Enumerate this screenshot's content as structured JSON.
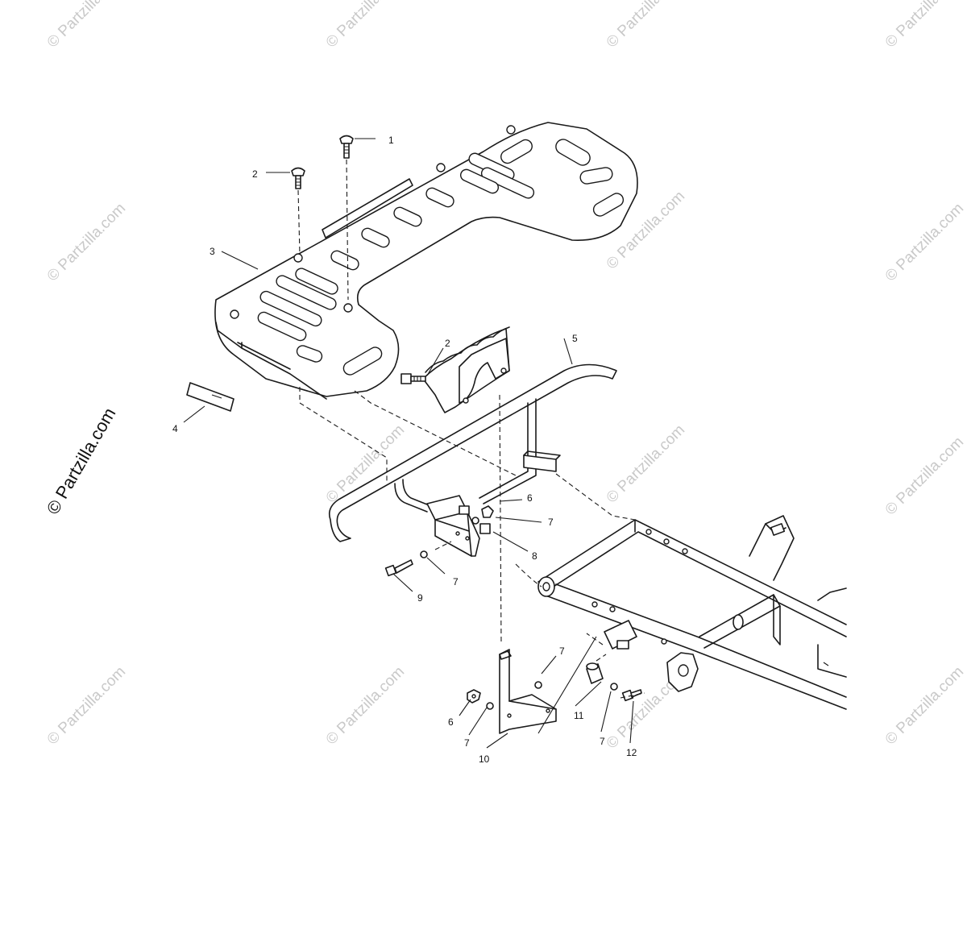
{
  "watermark": {
    "text": "© Partzilla.com",
    "color": "#c9c9c9",
    "prominent_text": "© Partzilla.com",
    "prominent_color": "#111111"
  },
  "callouts": {
    "c1": "1",
    "c2a": "2",
    "c2b": "2",
    "c3": "3",
    "c4": "4",
    "c5": "5",
    "c6a": "6",
    "c6b": "6",
    "c7a": "7",
    "c7b": "7",
    "c7c": "7",
    "c7d": "7",
    "c7e": "7",
    "c8": "8",
    "c9": "9",
    "c10": "10",
    "c11": "11",
    "c12": "12"
  }
}
